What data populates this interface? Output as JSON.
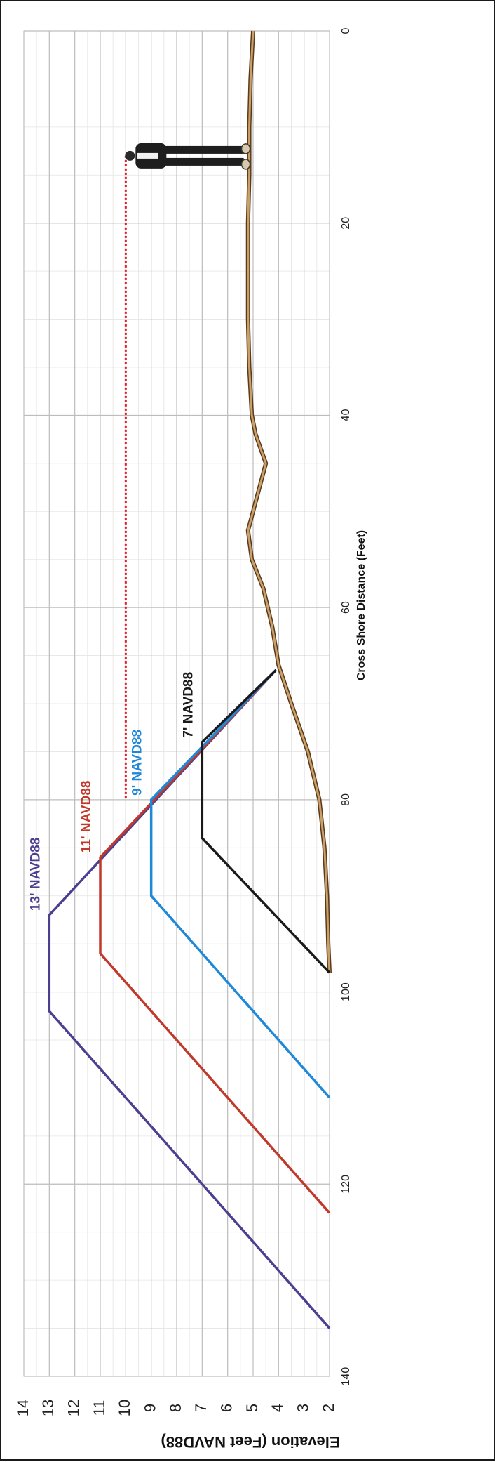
{
  "chart_data": {
    "type": "line",
    "xlabel": "Cross Shore Distance (Feet)",
    "ylabel": "Elevation (Feet NAVD88)",
    "xlim": [
      0,
      140
    ],
    "ylim": [
      2,
      14
    ],
    "x_ticks": [
      "0",
      "20",
      "40",
      "60",
      "80",
      "100",
      "140"
    ],
    "x_ticks_values": [
      0,
      20,
      40,
      60,
      80,
      100,
      140
    ],
    "x_tick_120": "120",
    "y_ticks": [
      "2",
      "3",
      "4",
      "5",
      "6",
      "7",
      "8",
      "9",
      "10",
      "11",
      "12",
      "13",
      "14"
    ],
    "grid": true,
    "series": [
      {
        "name": "13' NAVD88",
        "color": "#4b3f8f",
        "x": [
          66.5,
          92,
          102,
          135
        ],
        "y": [
          4.1,
          13,
          13,
          2
        ]
      },
      {
        "name": "11' NAVD88",
        "color": "#c0392b",
        "x": [
          66.5,
          86,
          96,
          123
        ],
        "y": [
          4.1,
          11,
          11,
          2
        ]
      },
      {
        "name": "9' NAVD88",
        "color": "#1f88d8",
        "x": [
          66.5,
          80,
          90,
          111
        ],
        "y": [
          4.1,
          9,
          9,
          2
        ]
      },
      {
        "name": "7' NAVD88",
        "color": "#1a1a1a",
        "x": [
          66.5,
          74,
          84,
          98
        ],
        "y": [
          4.1,
          7,
          7,
          2
        ]
      }
    ],
    "ground_profile": {
      "color": "#8b5a2b",
      "x": [
        0,
        5,
        10,
        15,
        20,
        25,
        30,
        35,
        40,
        42,
        45,
        48,
        52,
        55,
        58,
        62,
        66,
        70,
        75,
        80,
        85,
        90,
        95,
        98
      ],
      "y": [
        5.0,
        5.1,
        5.15,
        5.15,
        5.2,
        5.2,
        5.2,
        5.15,
        5.05,
        4.9,
        4.5,
        4.8,
        5.2,
        5.05,
        4.6,
        4.25,
        4.0,
        3.5,
        2.85,
        2.4,
        2.2,
        2.1,
        2.05,
        2.0
      ]
    },
    "reference_line": {
      "color": "#e0202a",
      "y": 10,
      "x_start": 13,
      "x_end": 80
    },
    "annotation": "person figure standing at x≈13 for scale"
  }
}
